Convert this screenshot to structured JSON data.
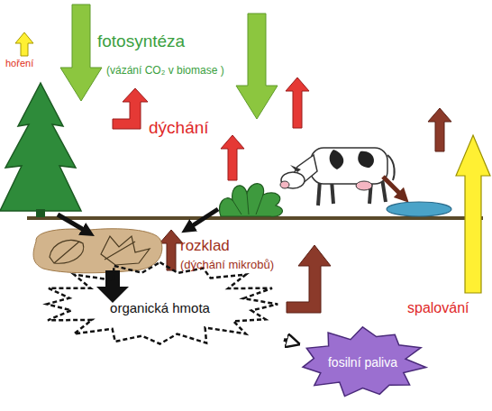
{
  "diagram": {
    "nodes": [
      {
        "text": [
          "organická hmota"
        ]
      },
      {
        "text": [
          "fosilní paliva"
        ]
      }
    ],
    "edges": [
      {
        "from": 0,
        "to": 1,
        "arrow": "to"
      }
    ],
    "labels": [
      "hoření",
      "fotosyntéza",
      "(vázání CO₂ v biomase )",
      "dýchání",
      "rozklad",
      "(dýchání mikrobů)",
      "spalování"
    ]
  }
}
